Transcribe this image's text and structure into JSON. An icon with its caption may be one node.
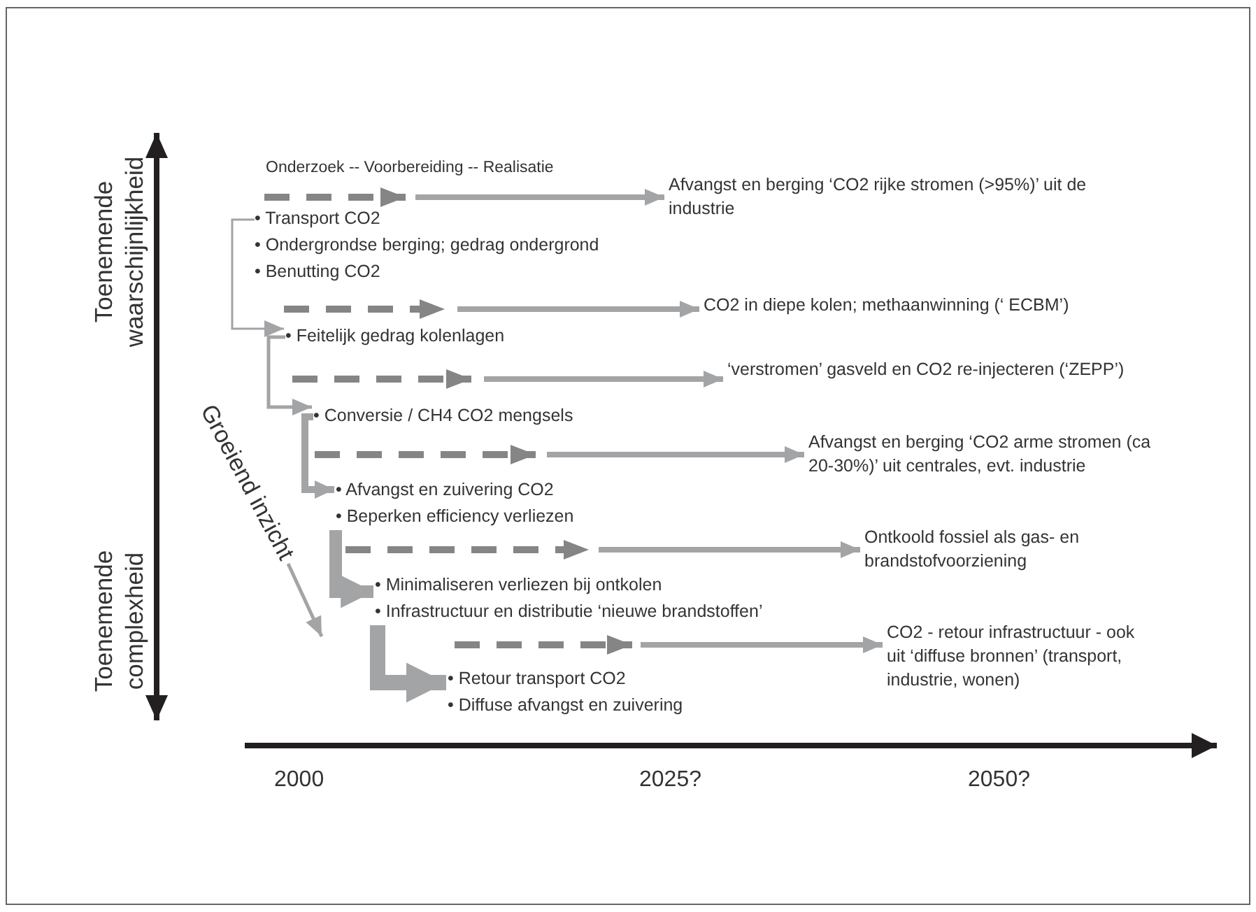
{
  "diagram": {
    "nodes": [
      {
        "text": [
          "• Transport CO2",
          "• Ondergrondse berging; gedrag ondergrond",
          "• Benutting CO2"
        ]
      },
      {
        "text": [
          "Afvangst en berging ‘CO2 rijke stromen (>95%)’ uit de industrie"
        ]
      },
      {
        "text": [
          "• Feitelijk gedrag kolenlagen"
        ]
      },
      {
        "text": [
          "CO2 in diepe kolen; methaanwinning (‘ ECBM’)"
        ]
      },
      {
        "text": [
          "• Conversie / CH4 CO2 mengsels"
        ]
      },
      {
        "text": [
          "‘verstromen’ gasveld en CO2 re-injecteren (‘ZEPP’)"
        ]
      },
      {
        "text": [
          "• Afvangst en zuivering CO2",
          "• Beperken efficiency verliezen"
        ]
      },
      {
        "text": [
          "Afvangst en berging ‘CO2 arme stromen (ca 20-30%)’ uit centrales, evt. industrie"
        ]
      },
      {
        "text": [
          "• Minimaliseren verliezen bij ontkolen",
          "• Infrastructuur en distributie ‘nieuwe brandstoffen’"
        ]
      },
      {
        "text": [
          "Ontkoold fossiel als gas- en brandstofvoorziening"
        ]
      },
      {
        "text": [
          "• Retour transport CO2",
          "• Diffuse afvangst en zuivering"
        ]
      },
      {
        "text": [
          "CO2 - retour infrastructuur - ook uit ‘diffuse bronnen’ (transport, industrie, wonen)"
        ]
      }
    ],
    "edges": [
      {
        "from": 0,
        "to": 1,
        "arrow": "to"
      },
      {
        "from": 2,
        "to": 3,
        "arrow": "to"
      },
      {
        "from": 4,
        "to": 5,
        "arrow": "to"
      },
      {
        "from": 6,
        "to": 7,
        "arrow": "to"
      },
      {
        "from": 8,
        "to": 9,
        "arrow": "to"
      },
      {
        "from": 10,
        "to": 11,
        "arrow": "to"
      },
      {
        "from": 0,
        "to": 2,
        "arrow": "to"
      },
      {
        "from": 2,
        "to": 4,
        "arrow": "to"
      },
      {
        "from": 4,
        "to": 6,
        "arrow": "to"
      },
      {
        "from": 6,
        "to": 8,
        "arrow": "to",
        "style": "thick"
      },
      {
        "from": 8,
        "to": 10,
        "arrow": "to",
        "style": "thick"
      }
    ],
    "labels": [
      "Onderzoek -- Voorbereiding -- Realisatie",
      "Toenemende waarschijnlijkheid",
      "Groeiend inzicht",
      "Toenemende complexheid",
      "2000",
      "2025?",
      "2050?"
    ]
  }
}
